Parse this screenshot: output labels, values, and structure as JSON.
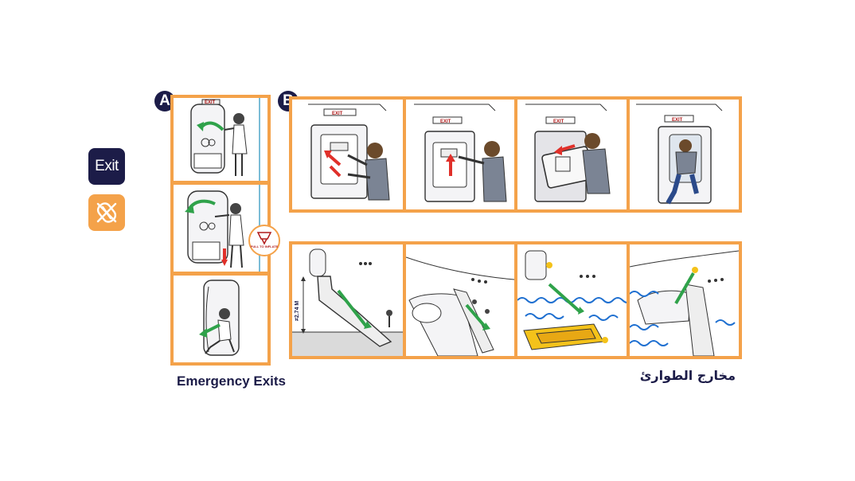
{
  "side_icons": {
    "exit_label": "Exit",
    "exit_color": "#1c1c48",
    "raft_icon": "no-life-raft-icon",
    "raft_color": "#f4a24a"
  },
  "markers": {
    "a": "A",
    "b": "B"
  },
  "captions": {
    "english": "Emergency Exits",
    "arabic": "مخارج الطوارئ"
  },
  "diagram": {
    "slide_height_label": "≠2.74 M",
    "pull_to_inflate": "PULL TO INFLATE",
    "exit_sign": "EXIT"
  },
  "colors": {
    "frame": "#f4a24a",
    "navy": "#1c1c48",
    "arrow_green": "#2fa24a",
    "arrow_red": "#e0302a",
    "water_blue": "#1e6fd0",
    "raft_yellow": "#f4c21a"
  }
}
